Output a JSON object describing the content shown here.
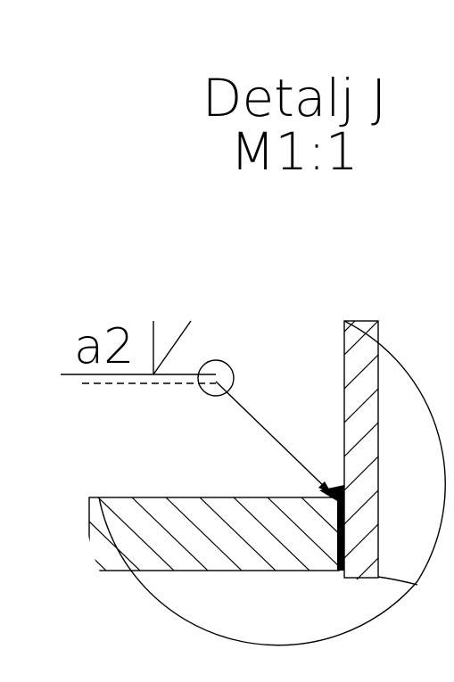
{
  "title": {
    "line1": "Detalj J",
    "line2": "M1:1"
  },
  "weld_symbol": {
    "label": "a2",
    "symbol": "fillet-weld-symbol"
  },
  "colors": {
    "ink": "#000000",
    "paper": "#ffffff"
  }
}
